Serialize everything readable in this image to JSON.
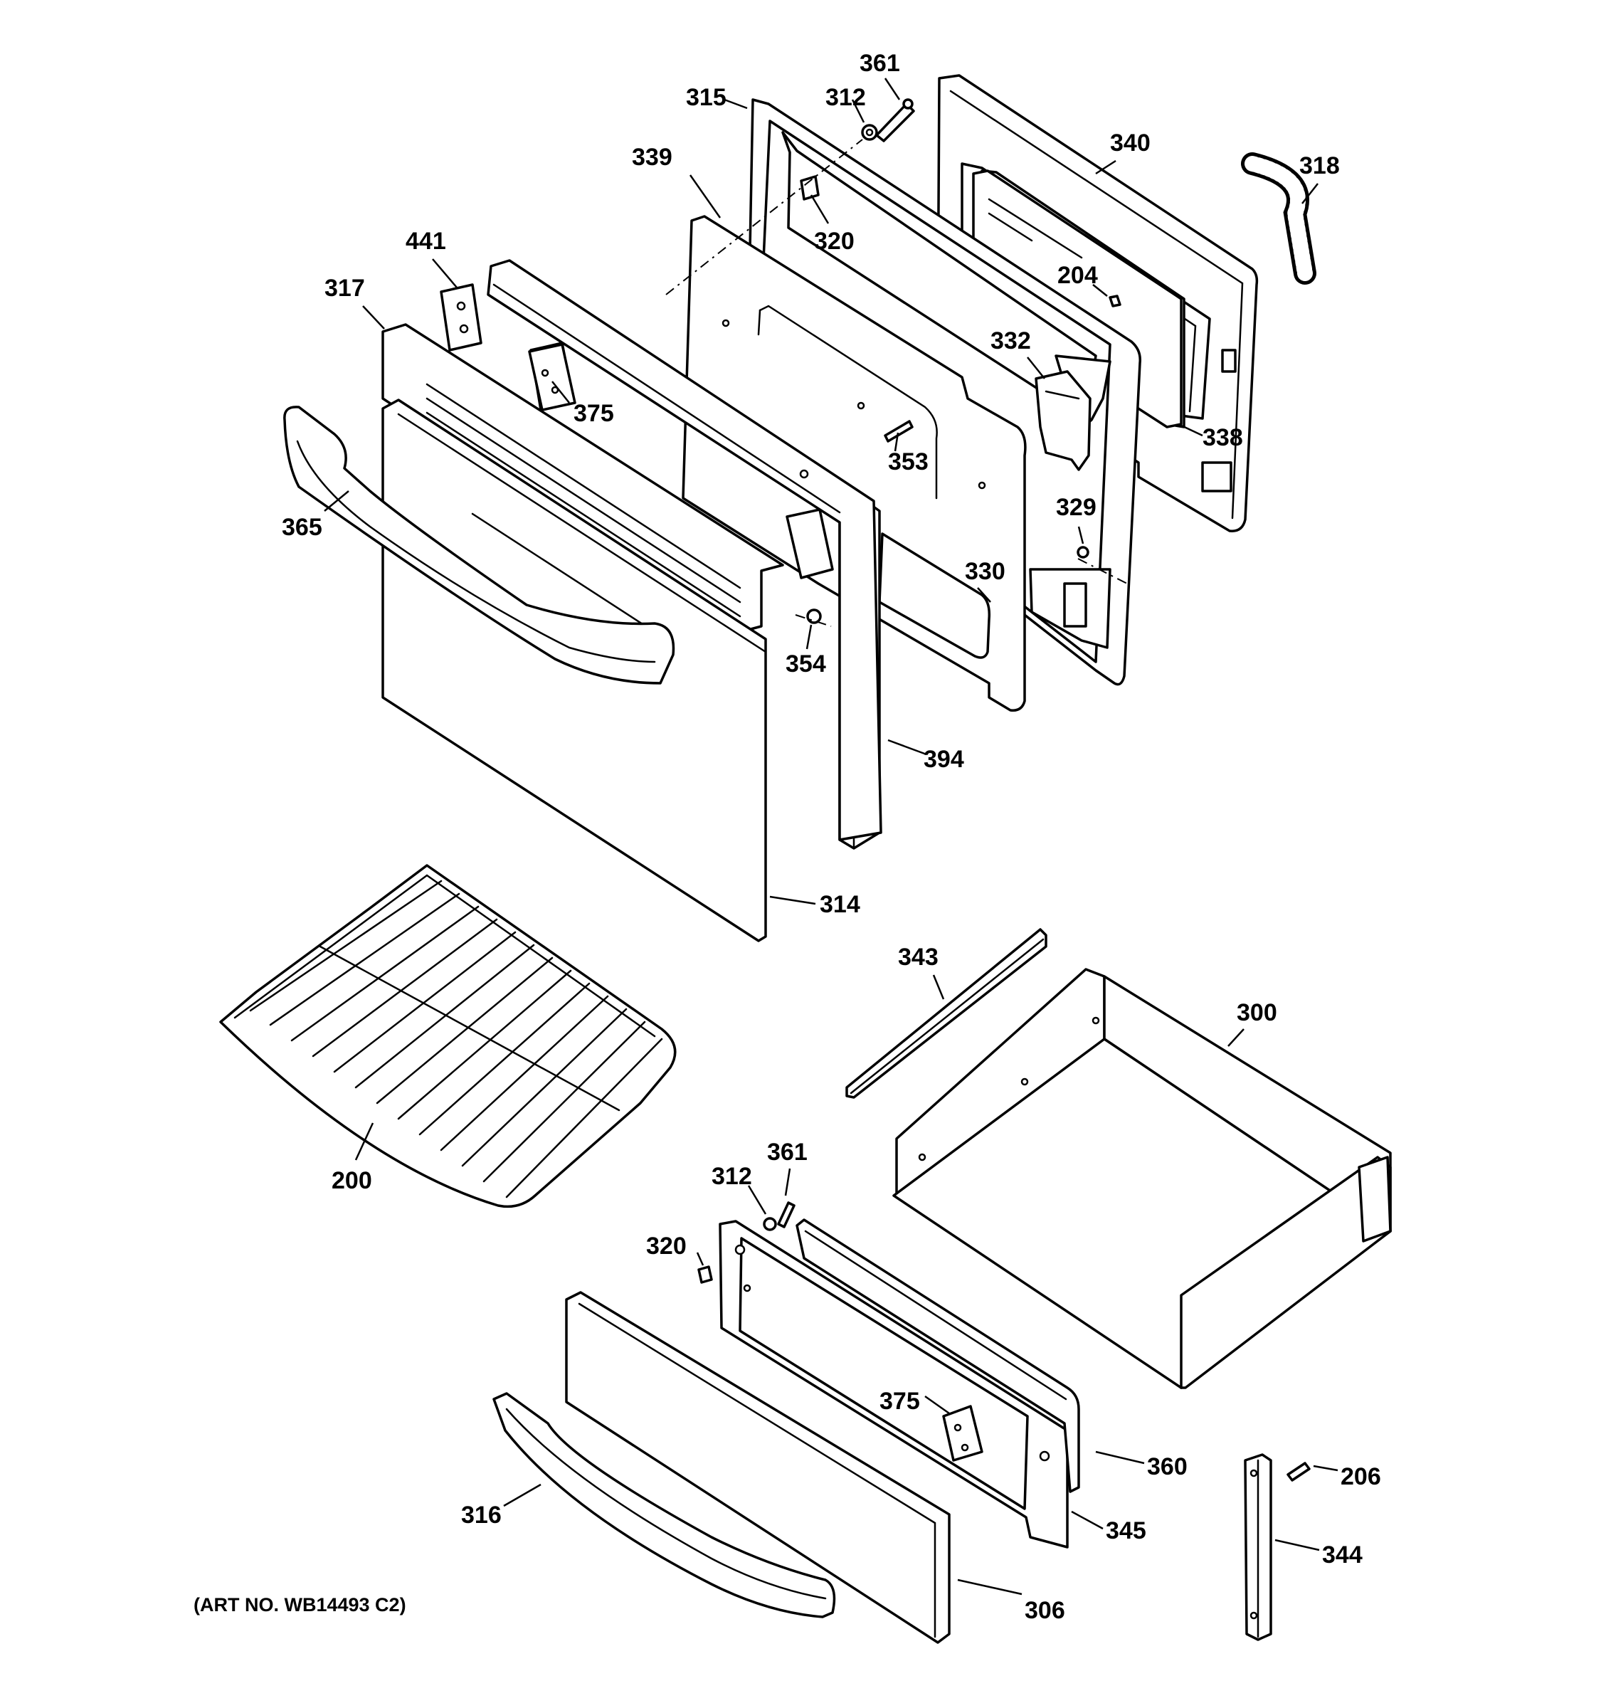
{
  "diagram": {
    "caption": "(ART NO. WB14493 C2)",
    "labels": {
      "p361a": "361",
      "p315": "315",
      "p312a": "312",
      "p339": "339",
      "p340": "340",
      "p318": "318",
      "p320a": "320",
      "p441": "441",
      "p317": "317",
      "p204": "204",
      "p332": "332",
      "p375a": "375",
      "p338": "338",
      "p353": "353",
      "p365": "365",
      "p329": "329",
      "p330": "330",
      "p354": "354",
      "p394": "394",
      "p314": "314",
      "p343": "343",
      "p300": "300",
      "p361b": "361",
      "p312b": "312",
      "p200": "200",
      "p320b": "320",
      "p375b": "375",
      "p360": "360",
      "p206": "206",
      "p316": "316",
      "p345": "345",
      "p344": "344",
      "p306": "306"
    }
  }
}
